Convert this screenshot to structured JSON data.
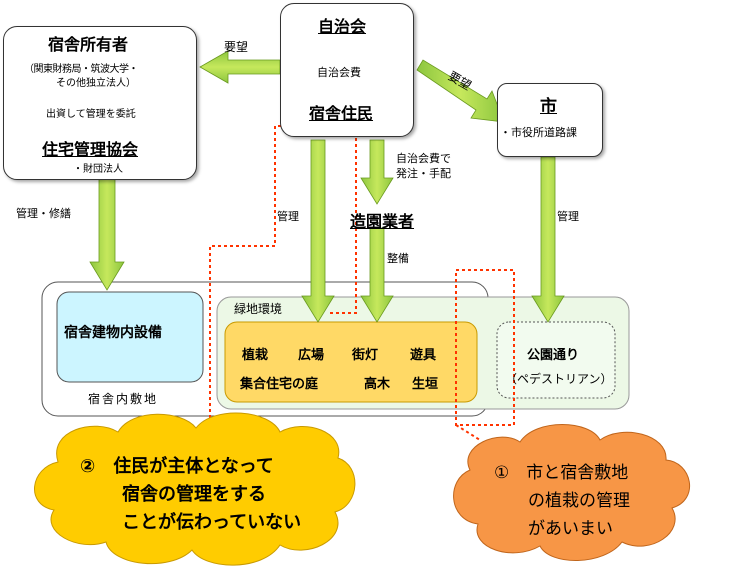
{
  "owner": {
    "title": "宿舎所有者",
    "sub1": "（関東財務局・筑波大学・",
    "sub2": "その他独立法人）",
    "delegate": "出資して管理を委託",
    "assoc_title": "住宅管理協会",
    "assoc_sub": "・財団法人"
  },
  "center": {
    "top_title": "自治会",
    "fee": "自治会費",
    "residents": "宿舎住民"
  },
  "city": {
    "title": "市",
    "dept": "・市役所道路課"
  },
  "contractor": {
    "title": "造園業者",
    "order1": "自治会費で",
    "order2": "発注・手配"
  },
  "labels": {
    "request_left": "要望",
    "request_right": "要望",
    "manage_repair": "管理・修繕",
    "manage_center": "管理",
    "maintain": "整備",
    "manage_city": "管理"
  },
  "areas": {
    "grounds": "宿舎内敷地",
    "building": "宿舎建物内設備",
    "green": "緑地環境",
    "items_row1": [
      "植栽",
      "広場",
      "街灯",
      "遊具"
    ],
    "items_row2": [
      "集合住宅の庭",
      "高木",
      "生垣"
    ],
    "park1": "公園通り",
    "park2": "（ペデストリアン）"
  },
  "clouds": {
    "yellow": [
      "②　住民が主体となって",
      "宿舎の管理をする",
      "ことが伝わっていない"
    ],
    "orange": [
      "①　市と宿舎敷地",
      "の植栽の管理",
      "があいまい"
    ]
  },
  "colors": {
    "arrow": "#9acd32",
    "building_fill": "#ccf5ff",
    "green_env_fill": "#ecf8e6",
    "items_fill": "#ffd966",
    "cloud_yellow": "#ffcc00",
    "cloud_orange": "#f79646",
    "dotted": "#ff3300"
  }
}
